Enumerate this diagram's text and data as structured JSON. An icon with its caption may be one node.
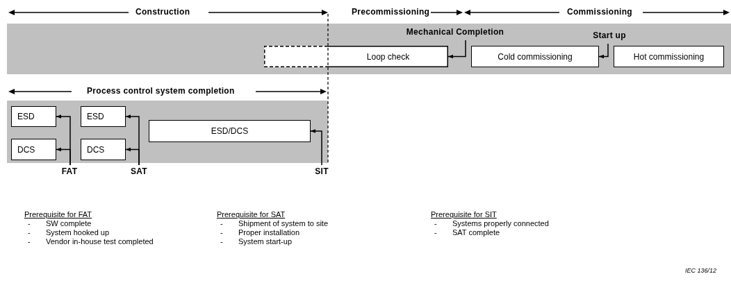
{
  "diagram": {
    "nodes": [
      {
        "text": [],
        "shape": "bar"
      },
      {
        "text": [
          "Mechanical Completion"
        ],
        "in": 0
      },
      {
        "text": [
          "Start up"
        ],
        "in": 0
      },
      {
        "text": [
          "Loop check"
        ],
        "in": 0
      },
      {
        "text": [
          "Cold commissioning"
        ],
        "in": 0
      },
      {
        "text": [
          "Hot commissioning"
        ],
        "in": 0
      },
      {
        "text": [],
        "shape": "bar"
      },
      {
        "text": [
          "ESD"
        ],
        "in": 6
      },
      {
        "text": [
          "ESD"
        ],
        "in": 6
      },
      {
        "text": [
          "ESD/DCS"
        ],
        "in": 6
      },
      {
        "text": [
          "DCS"
        ],
        "in": 6
      },
      {
        "text": [
          "DCS"
        ],
        "in": 6
      },
      {
        "text": [
          "FAT"
        ]
      },
      {
        "text": [
          "SAT"
        ]
      },
      {
        "text": [
          "SIT"
        ]
      }
    ],
    "edges": [
      {
        "from": 1,
        "to": 3,
        "arrow": "to"
      },
      {
        "from": 2,
        "to": 4,
        "arrow": "to"
      },
      {
        "from": 12,
        "to": 7,
        "arrow": "to"
      },
      {
        "from": 12,
        "to": 10,
        "arrow": "to"
      },
      {
        "from": 13,
        "to": 8,
        "arrow": "to"
      },
      {
        "from": 13,
        "to": 11,
        "arrow": "to"
      },
      {
        "from": 14,
        "to": 9,
        "arrow": "to"
      }
    ],
    "labels": [
      "Construction",
      "Precommissioning",
      "Commissioning",
      "Process control system completion",
      "Prerequisite for FAT",
      "-",
      "SW complete",
      "-",
      "System hooked up",
      "-",
      "Vendor in-house test completed",
      "Prerequisite for SAT",
      "-",
      "Shipment of system to site",
      "-",
      "Proper installation",
      "-",
      "System start-up",
      "Prerequisite for SIT",
      "-",
      "Systems properly connected",
      "-",
      "SAT complete",
      "IEC  136/12"
    ]
  }
}
